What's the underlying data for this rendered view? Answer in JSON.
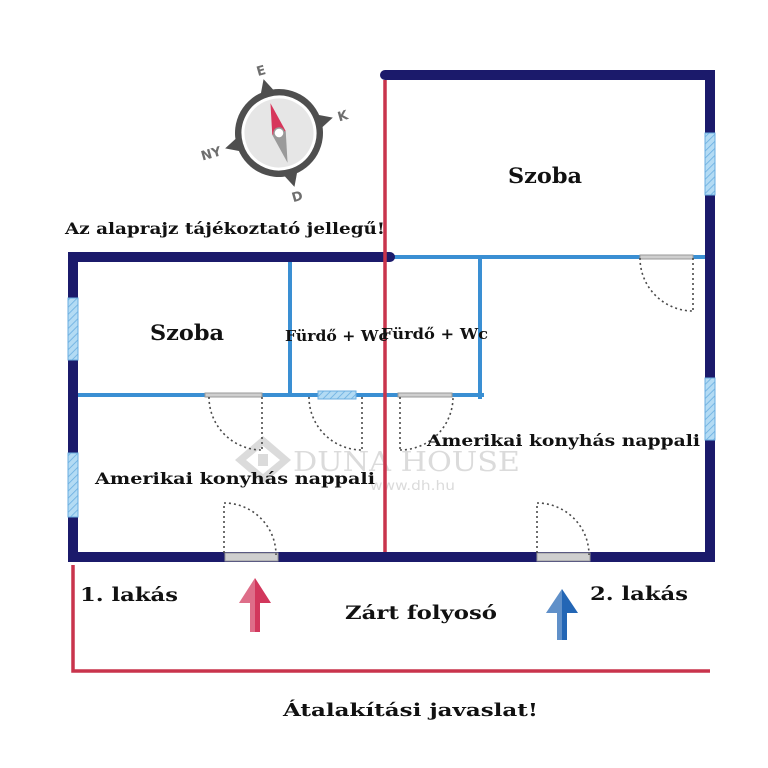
{
  "notes": {
    "disclaimer": "Az alaprajz tájékoztató jellegű!",
    "proposal": "Átalakítási javaslat!"
  },
  "compass": {
    "north": "E",
    "east": "K",
    "south": "D",
    "west": "NY"
  },
  "apartment_1": {
    "label": "1. lakás",
    "rooms": {
      "bedroom": "Szoba",
      "bathroom": "Fürdő + Wc",
      "living": "Amerikai konyhás nappali"
    }
  },
  "apartment_2": {
    "label": "2. lakás",
    "rooms": {
      "bedroom": "Szoba",
      "bathroom": "Fürdő + Wc",
      "living": "Amerikai konyhás nappali"
    }
  },
  "corridor": {
    "label": "Zárt folyosó"
  },
  "watermark": {
    "brand": "DUNA HOUSE",
    "url": "www.dh.hu"
  },
  "icons": {
    "compass": "compass-rose-icon",
    "entrance_1": "arrow-up-icon",
    "entrance_2": "arrow-up-icon",
    "logo": "duna-house-logo-icon"
  },
  "colors": {
    "outer_wall": "#1b1a6b",
    "inner_wall": "#3a8fd3",
    "proposed_wall": "#c9344c",
    "window": "#b3dbf4",
    "window_hatch": "#6aaee0",
    "door_gap": "#cfcfcf",
    "door_swing": "#4a4a4a",
    "text": "#111111",
    "watermark": "#cfcfcf",
    "arrow_1": "#d2375c",
    "arrow_2": "#2366b5",
    "compass_ring": "#4f4f4f",
    "compass_face": "#e6e6e6",
    "compass_letter": "#6e6e6e",
    "needle_north": "#d7365b",
    "needle_south": "#9a9a9a"
  }
}
